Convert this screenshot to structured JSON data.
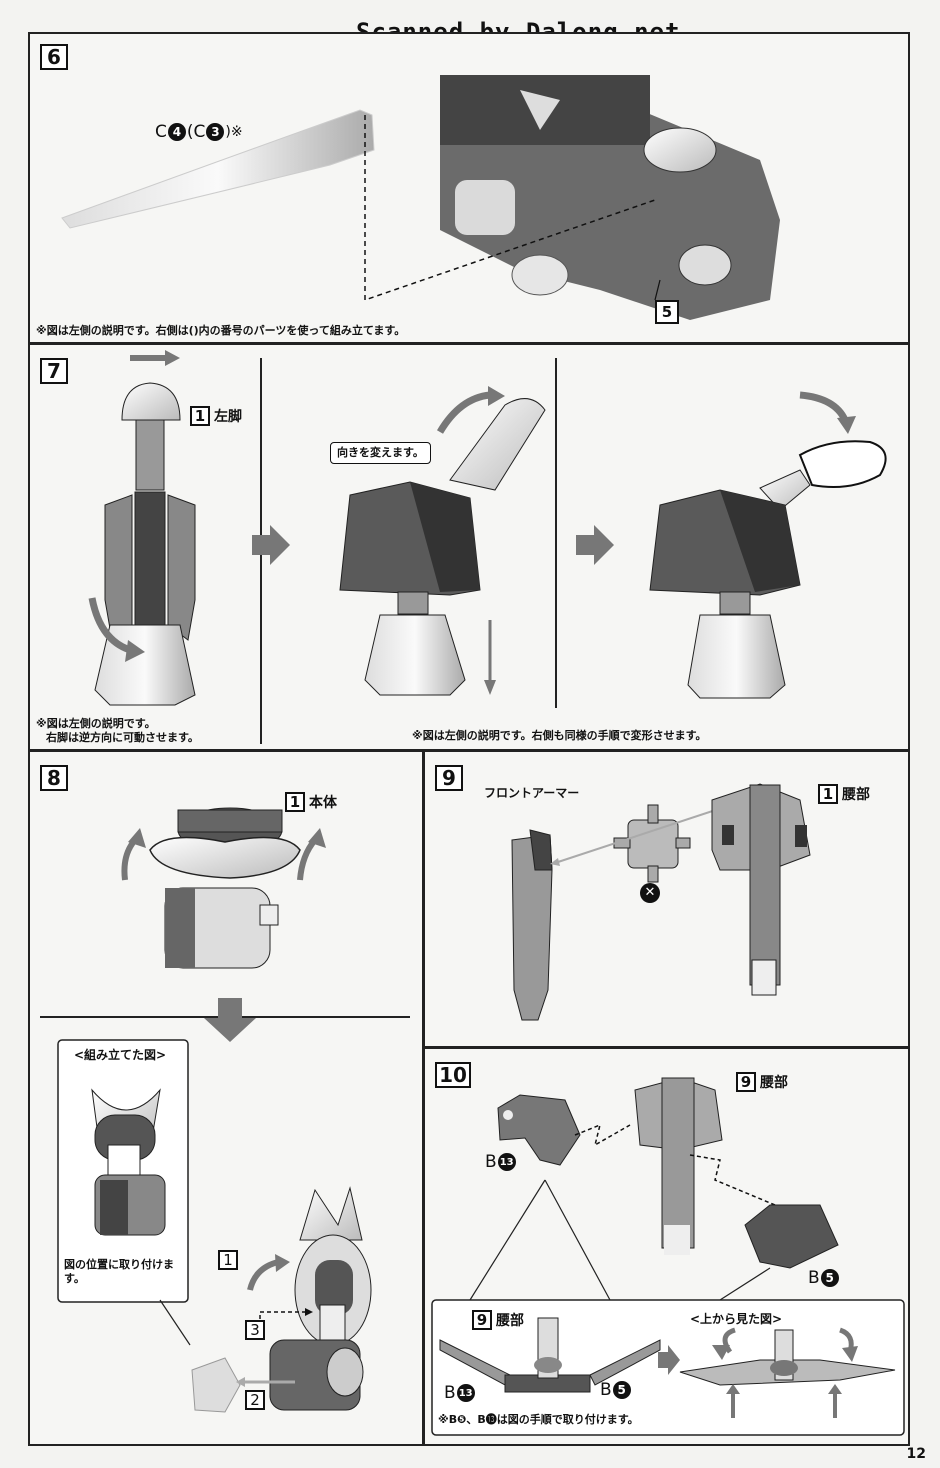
{
  "header": "Scanned by Dalong.net",
  "page_number": "12",
  "step6": {
    "num": "6",
    "part_label": "C",
    "part_num": "4",
    "alt_label": "(C",
    "alt_num": "3",
    "alt_close": ")※",
    "callout": "5",
    "note": "※図は左側の説明です。右側は()内の番号のパーツを使って組み立てます。"
  },
  "step7": {
    "num": "7",
    "callout_num": "1",
    "callout_label": "左脚",
    "bubble": "向きを変えます。",
    "note_left_1": "※図は左側の説明です。",
    "note_left_2": "右脚は逆方向に可動させます。",
    "note_right": "※図は左側の説明です。右側も同様の手順で変形させます。"
  },
  "step8": {
    "num": "8",
    "callout_num": "1",
    "callout_label": "本体",
    "inset_title": "<組み立てた図>",
    "inset_note": "図の位置に取り付けます。",
    "seq1": "1",
    "seq2": "2",
    "seq3": "3"
  },
  "step9": {
    "num": "9",
    "part_label": "フロントアーマー",
    "callout_num": "1",
    "callout_label": "腰部",
    "x_mark": "✕"
  },
  "step10": {
    "num": "10",
    "callout_num": "9",
    "callout_label": "腰部",
    "part_b13_label": "B",
    "part_b13_num": "13",
    "part_b5_label": "B",
    "part_b5_num": "5",
    "inset_callout_num": "9",
    "inset_callout_label": "腰部",
    "inset_top_view": "<上から見た図>",
    "inset_b13_label": "B",
    "inset_b13_num": "13",
    "inset_b5_label": "B",
    "inset_b5_num": "5",
    "note": "※B❺、B⓭は図の手順で取り付けます。"
  }
}
